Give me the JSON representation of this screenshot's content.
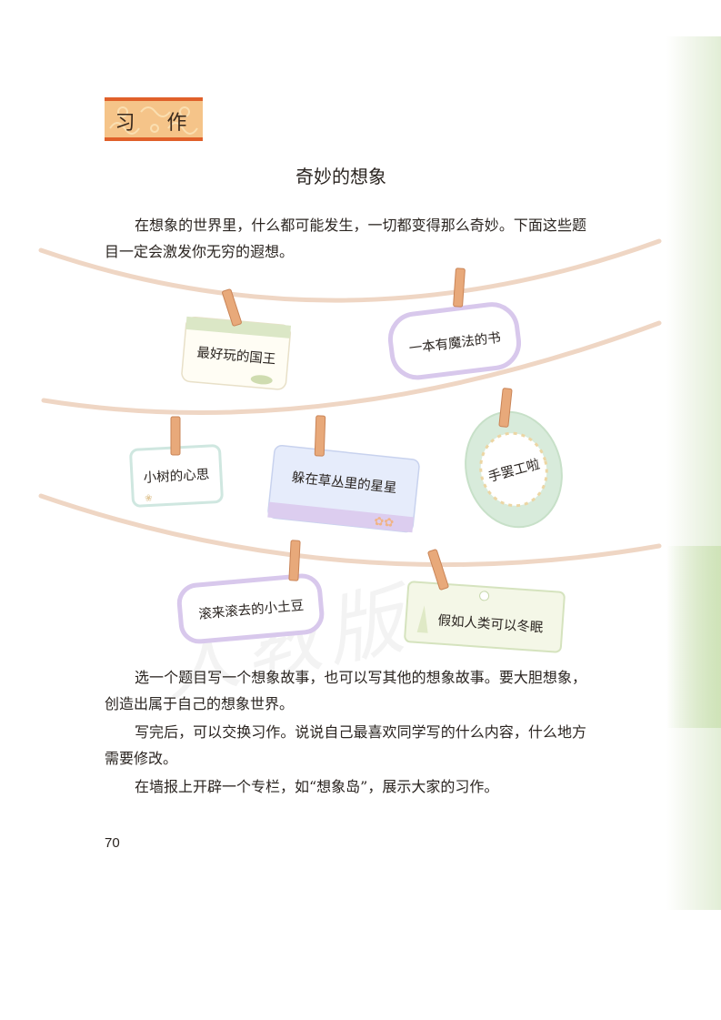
{
  "section_label": "习 作",
  "title": "奇妙的想象",
  "intro": "在想象的世界里，什么都可能发生，一切都变得那么奇妙。下面这些题目一定会激发你无穷的遐想。",
  "topics": [
    "最好玩的国王",
    "一本有魔法的书",
    "小树的心思",
    "躲在草丛里的星星",
    "手罢工啦",
    "滚来滚去的小土豆",
    "假如人类可以冬眠"
  ],
  "paragraphs": [
    "选一个题目写一个想象故事，也可以写其他的想象故事。要大胆想象，创造出属于自己的想象世界。",
    "写完后，可以交换习作。说说自己最喜欢同学写的什么内容，什么地方需要修改。",
    "在墙报上开辟一个专栏，如“想象岛”，展示大家的习作。"
  ],
  "page_number": "70",
  "watermark": "人教版",
  "colors": {
    "banner_bg": "#f5c489",
    "banner_border": "#e0602a",
    "string": "#efd6c4",
    "clip": "#e8a97a"
  }
}
